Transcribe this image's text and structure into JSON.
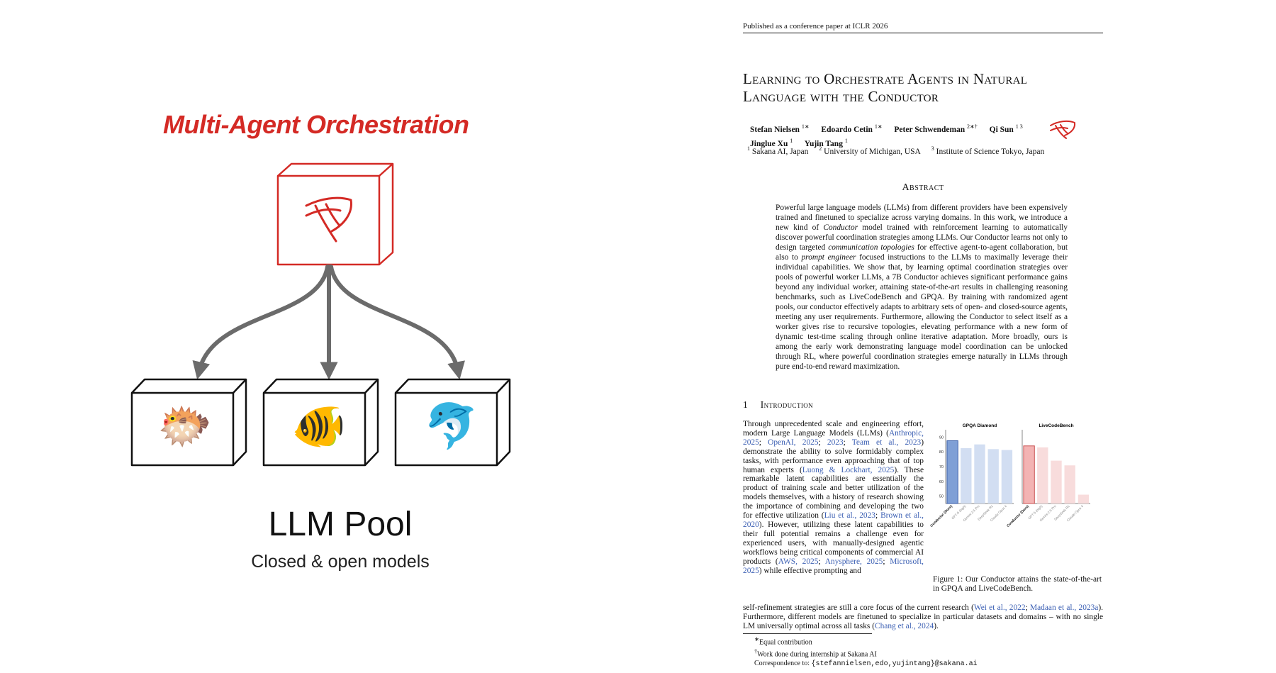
{
  "diagram": {
    "title": "Multi-Agent Orchestration",
    "pool_title": "LLM Pool",
    "pool_subtitle": "Closed & open models",
    "models": [
      {
        "icon": "blowfish-icon",
        "glyph": "🐡"
      },
      {
        "icon": "tropical-fish-icon",
        "glyph": "🐠"
      },
      {
        "icon": "dolphin-icon",
        "glyph": "🐬"
      }
    ],
    "colors": {
      "accent": "#d42a25",
      "arrow": "#6b6b6b",
      "box": "#111111"
    }
  },
  "paper": {
    "running_head": "Published as a conference paper at ICLR 2026",
    "title_line1": "Learning to Orchestrate Agents in Natural",
    "title_line2": "Language with the Conductor",
    "authors": [
      {
        "name": "Stefan Nielsen",
        "sup": "1∗"
      },
      {
        "name": "Edoardo Cetin",
        "sup": "1∗"
      },
      {
        "name": "Peter Schwendeman",
        "sup": "2∗†"
      },
      {
        "name": "Qi Sun",
        "sup": "1 3"
      },
      {
        "name": "Jinglue Xu",
        "sup": "1"
      },
      {
        "name": "Yujin Tang",
        "sup": "1"
      }
    ],
    "affiliations": [
      {
        "sup": "1",
        "name": "Sakana AI, Japan"
      },
      {
        "sup": "2",
        "name": "University of Michigan, USA"
      },
      {
        "sup": "3",
        "name": "Institute of Science Tokyo, Japan"
      }
    ],
    "abstract_heading": "Abstract",
    "abstract": {
      "p1": "Powerful large language models (LLMs) from different providers have been expensively trained and finetuned to specialize across varying domains. In this work, we introduce a new kind of ",
      "em1": "Conductor",
      "p2": " model trained with reinforcement learning to automatically discover powerful coordination strategies among LLMs. Our Conductor learns not only to design targeted ",
      "em2": "communication topologies",
      "p3": " for effective agent-to-agent collaboration, but also to ",
      "em3": "prompt engineer",
      "p4": " focused instructions to the LLMs to maximally leverage their individual capabilities. We show that, by learning optimal coordination strategies over pools of powerful worker LLMs, a 7B Conductor achieves significant performance gains beyond any individual worker, attaining state-of-the-art results in challenging reasoning benchmarks, such as LiveCodeBench and GPQA. By training with randomized agent pools, our conductor effectively adapts to arbitrary sets of open- and closed-source agents, meeting any user requirements. Furthermore, allowing the Conductor to select itself as a worker gives rise to recursive topologies, elevating performance with a new form of dynamic test-time scaling through online iterative adaptation. More broadly, ours is among the early work demonstrating language model coordination can be unlocked through RL, where powerful coordination strategies emerge naturally in LLMs through pure end-to-end reward maximization."
    },
    "section": {
      "number": "1",
      "title": "Introduction"
    },
    "intro": {
      "t1": "Through unprecedented scale and engineering effort, modern Large Language Models (LLMs) (",
      "c1": "Anthropic, 2025",
      "s1": "; ",
      "c2": "OpenAI, 2025",
      "s2": "; ",
      "c3": "2023",
      "s3": "; ",
      "c4": "Team et al., 2023",
      "t2": ") demonstrate the ability to solve formidably complex tasks, with performance even approaching that of top human experts (",
      "c5": "Luong & Lockhart, 2025",
      "t3": "). These remarkable latent capabilities are essentially the product of training scale and better utilization of the models themselves, with a history of research showing the importance of combining and developing the two for effective utilization (",
      "c6": "Liu et al., 2023",
      "s4": "; ",
      "c7": "Brown et al., 2020",
      "t4": "). However, utilizing these latent capabilities to their full potential remains a challenge even for experienced users, with manually-designed agentic workflows being critical components of commercial AI products (",
      "c8": "AWS, 2025",
      "s5": "; ",
      "c9": "Anysphere, 2025",
      "s6": "; ",
      "c10": "Microsoft, 2025",
      "t5": ") while effective prompting and",
      "w1": "self-refinement strategies are still a core focus of the current research (",
      "c11": "Wei et al., 2022",
      "s7": "; ",
      "c12": "Madaan et al., 2023a",
      "w2": "). Furthermore, different models are finetuned to specialize in particular datasets and domains – with no single LM universally optimal across all tasks (",
      "c13": "Chang et al., 2024",
      "w3": ")."
    },
    "figure_caption": "Figure 1: Our Conductor attains the state-of-the-art in GPQA and LiveCodeBench.",
    "footnotes": {
      "equal": "Equal contribution",
      "equal_mark": "∗",
      "intern": "Work done during internship at Sakana AI",
      "intern_mark": "†",
      "corr_label": "Correspondence to: ",
      "corr_email": "{stefannielsen,edo,yujintang}@sakana.ai"
    }
  },
  "chart_data": [
    {
      "type": "bar",
      "title": "GPQA Diamond",
      "categories": [
        "Conductor (Ours)",
        "GPT-5 (high)",
        "Gemini 2.5 Pro",
        "DeepSeek R1",
        "Claude Opus 4"
      ],
      "values": [
        87.5,
        82.5,
        85.0,
        81.8,
        81.2
      ],
      "yticks": [
        50,
        60,
        70,
        80,
        90
      ],
      "ylim": [
        45,
        93
      ],
      "colors": [
        "#7f9fd6",
        "#d2def2",
        "#d2def2",
        "#d2def2",
        "#d2def2"
      ],
      "edge_color": "#3a5ea8"
    },
    {
      "type": "bar",
      "title": "LiveCodeBench",
      "categories": [
        "Conductor (Ours)",
        "GPT-5 (high)",
        "Gemini 2.5 Pro",
        "DeepSeek R1",
        "Claude Opus 4"
      ],
      "values": [
        84.0,
        83.0,
        74.0,
        70.8,
        51.0
      ],
      "ylim": [
        45,
        93
      ],
      "colors": [
        "#f3b3b3",
        "#f8dcdc",
        "#f8dcdc",
        "#f8dcdc",
        "#f8dcdc"
      ],
      "edge_color": "#c95353"
    }
  ]
}
